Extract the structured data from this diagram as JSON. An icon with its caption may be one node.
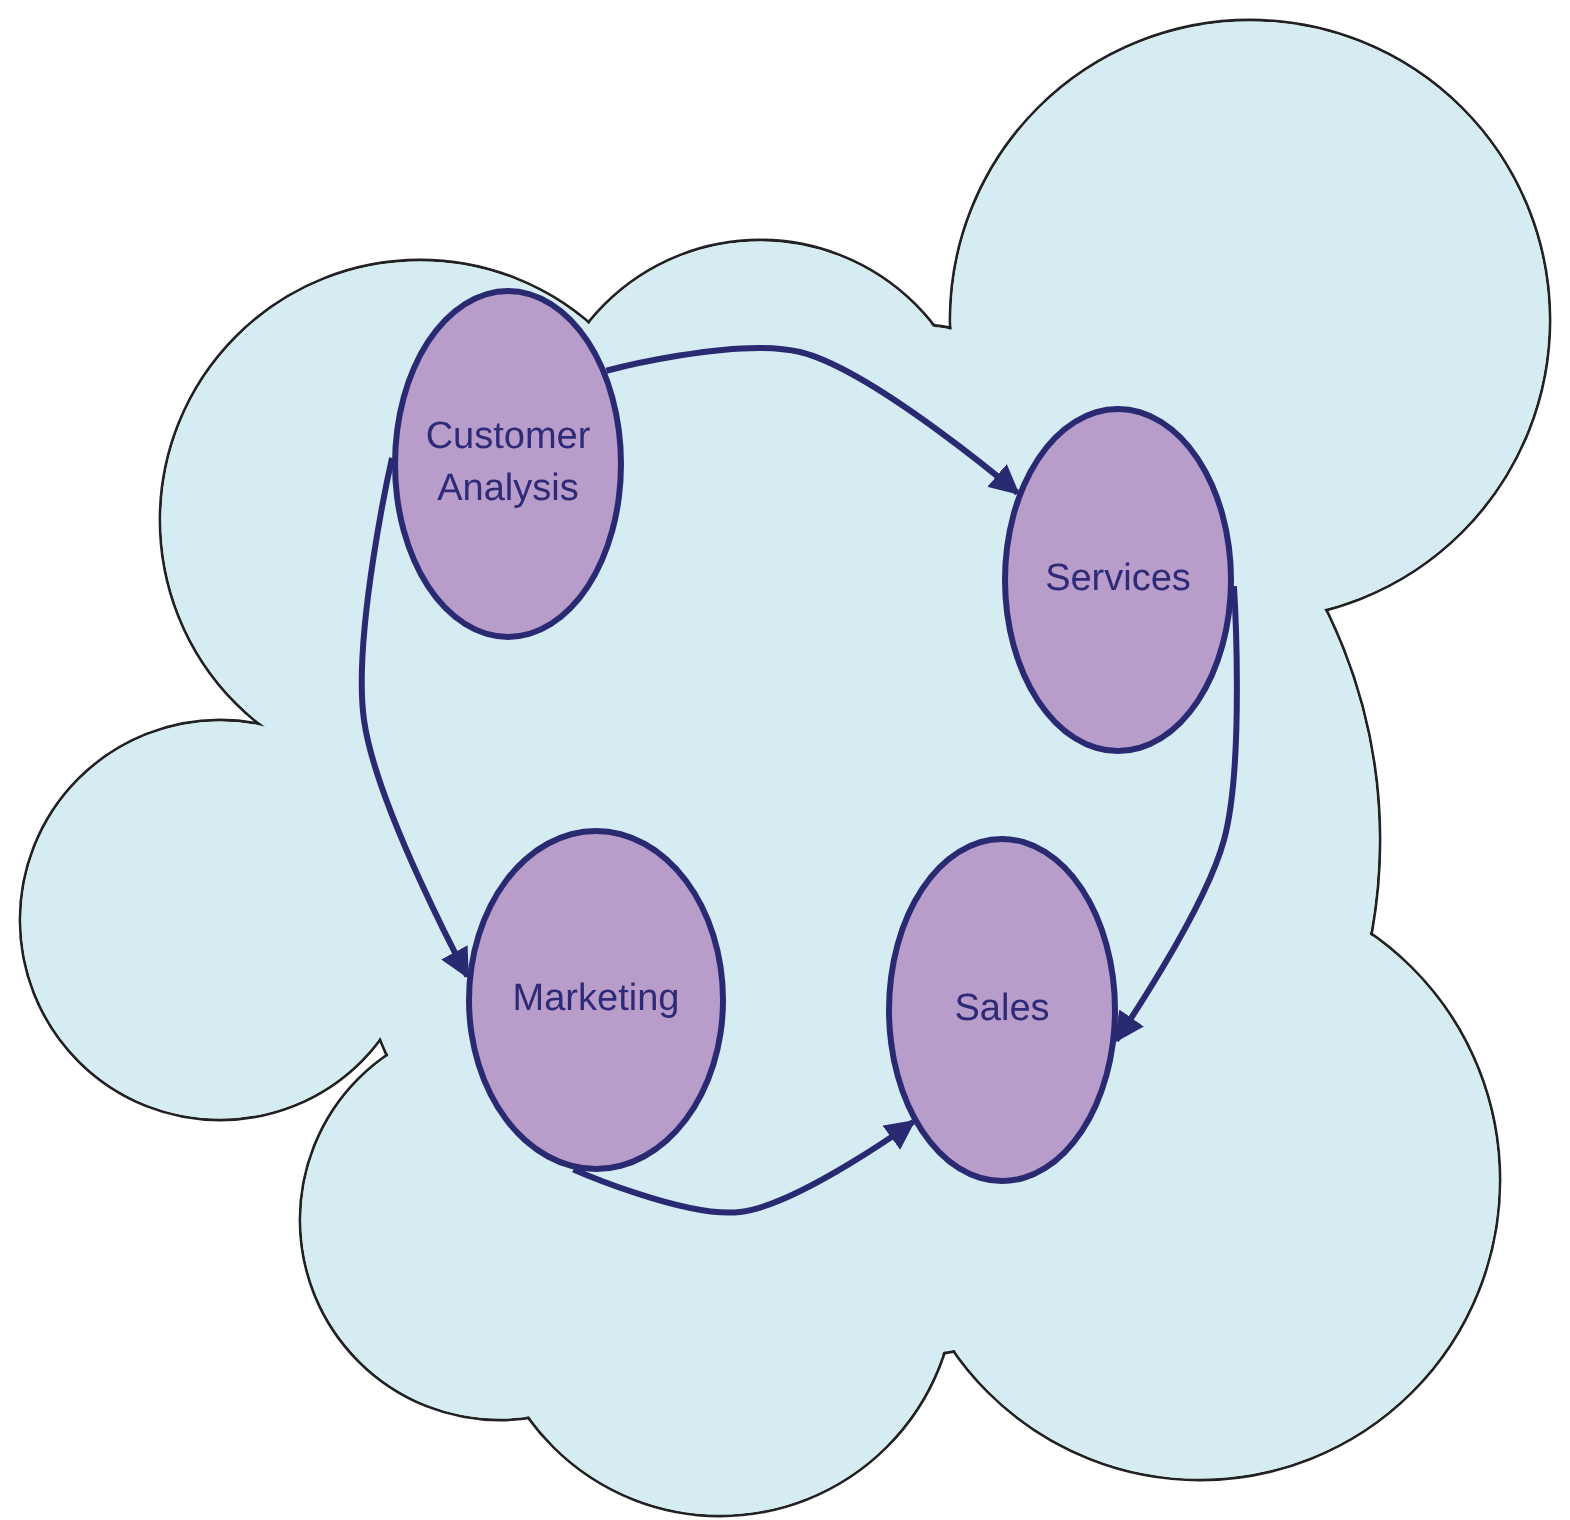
{
  "diagram": {
    "nodes": [
      {
        "text": [],
        "shape": "cloud"
      },
      {
        "text": [
          "Customer Analysis"
        ],
        "in": 0
      },
      {
        "text": [
          "Services"
        ],
        "in": 0
      },
      {
        "text": [
          "Marketing"
        ],
        "in": 0
      },
      {
        "text": [
          "Sales"
        ],
        "in": 0
      }
    ],
    "edges": [
      {
        "from": 1,
        "to": 2,
        "arrow": "to"
      },
      {
        "from": 1,
        "to": 3,
        "arrow": "to"
      },
      {
        "from": 2,
        "to": 4,
        "arrow": "to"
      },
      {
        "from": 3,
        "to": 4,
        "arrow": "to"
      }
    ]
  }
}
